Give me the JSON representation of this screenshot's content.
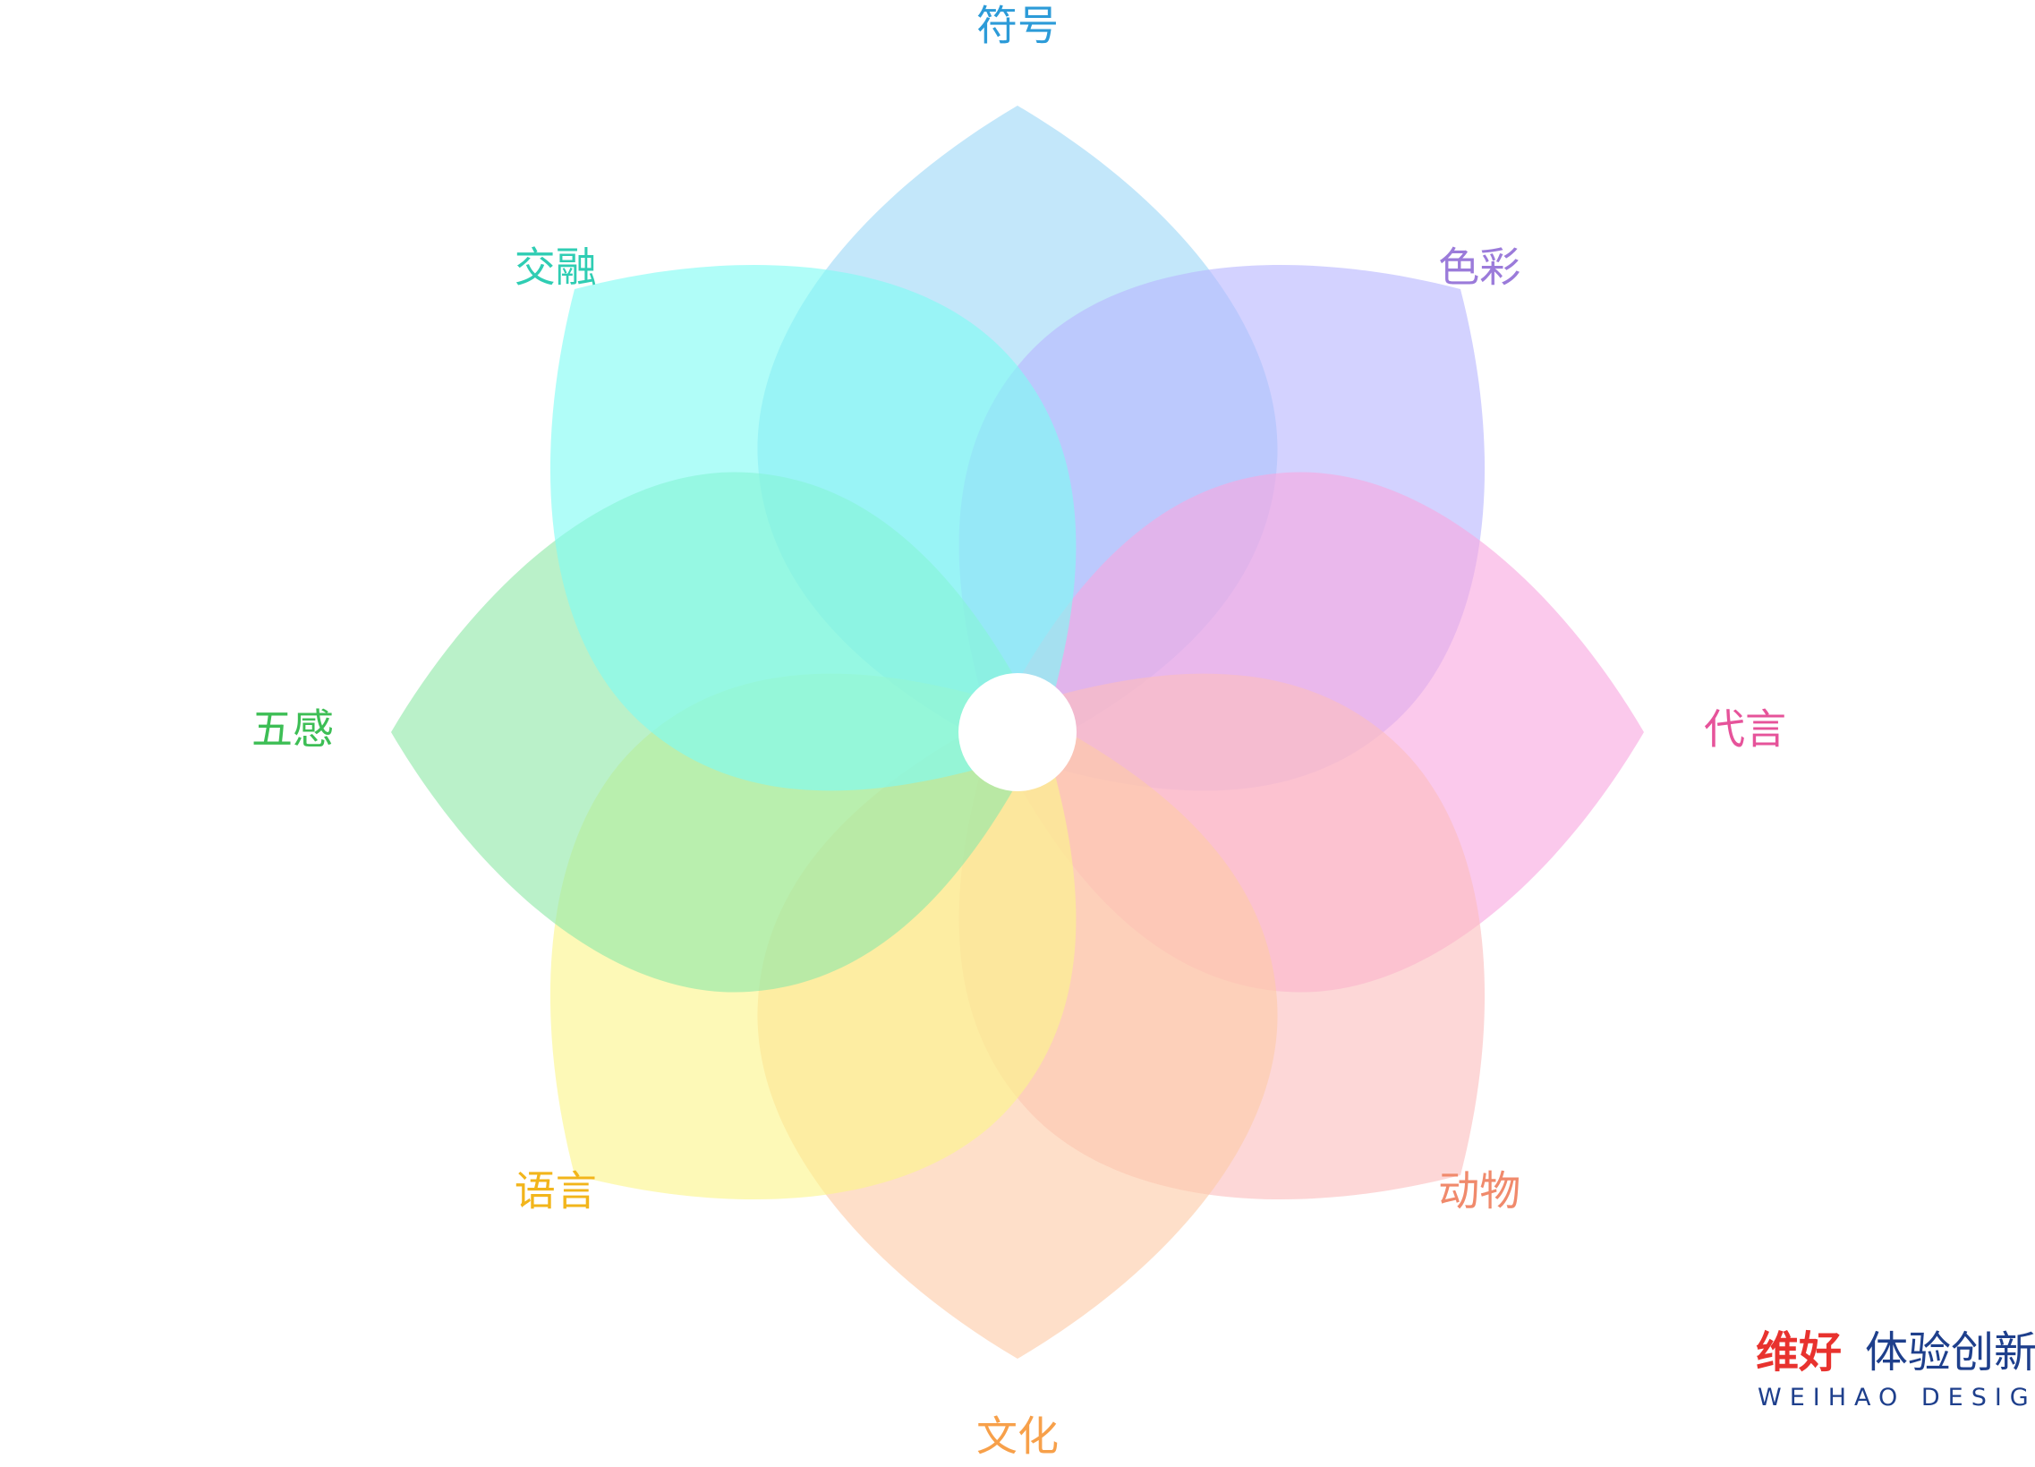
{
  "diagram": {
    "petals": [
      {
        "label": "符号",
        "fill": "#9ED8F7",
        "label_color": "#2C9BD8"
      },
      {
        "label": "色彩",
        "fill": "#B8B6FF",
        "label_color": "#9B7BDA"
      },
      {
        "label": "代言",
        "fill": "#F9A8E0",
        "label_color": "#E6539A"
      },
      {
        "label": "动物",
        "fill": "#FBBEBE",
        "label_color": "#F08A6C"
      },
      {
        "label": "文化",
        "fill": "#FDCBA8",
        "label_color": "#F7A04A"
      },
      {
        "label": "语言",
        "fill": "#FBF68A",
        "label_color": "#F2B51B"
      },
      {
        "label": "五感",
        "fill": "#8FE8A8",
        "label_color": "#3DBE55"
      },
      {
        "label": "交融",
        "fill": "#7FFCF3",
        "label_color": "#2FCDB3"
      }
    ],
    "center_color": "#ffffff"
  },
  "logo": {
    "brand_red": "维好",
    "brand_dark": "体验创新",
    "subtitle": "WEIHAO DESIGN",
    "red_color": "#E8322E",
    "dark_color": "#1E3F8C"
  }
}
